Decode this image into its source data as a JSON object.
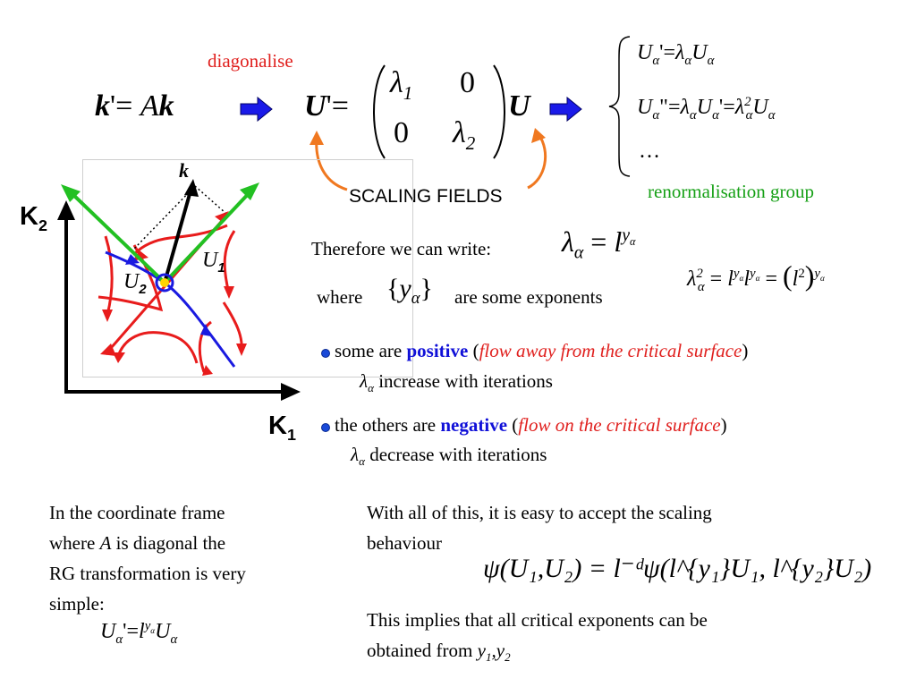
{
  "top": {
    "diagonalise": "diagonalise",
    "eq1_k": "k",
    "eq1_eq": "'=",
    "eq1_A": "A",
    "eq1_k2": "k",
    "U_prime": "U",
    "U_prime_eq": "'=",
    "matrix": {
      "a11": "λ",
      "a11_sub": "1",
      "a12": "0",
      "a21": "0",
      "a22": "λ",
      "a22_sub": "2"
    },
    "U_right": "U",
    "scaling_fields": "SCALING FIELDS",
    "renormalisation_group": "renormalisation group"
  },
  "system": {
    "line1": {
      "lhs": "U",
      "sub": "α",
      "eq": "'=",
      "rhs1": "λ",
      "rhs1_sub": "α",
      "rhs2": "U",
      "rhs2_sub": "α"
    },
    "line2": {
      "lhs": "U",
      "sub": "α",
      "eq": "\"=",
      "rhs1": "λ",
      "rhs1_sub": "α",
      "rhs2": "U",
      "rhs2_sub": "α",
      "eq2": "'=",
      "rhs3": "λ",
      "rhs3_sup": "2",
      "rhs3_sub": "α",
      "rhs4": "U",
      "rhs4_sub": "α"
    },
    "line3": "…"
  },
  "diagram": {
    "axis_y": "K",
    "axis_y_sub": "2",
    "axis_x": "K",
    "axis_x_sub": "1",
    "vector_label": "k",
    "u1_label": "U",
    "u1_sub": "1",
    "u2_label": "U",
    "u2_sub": "2",
    "colors": {
      "flow": "#e81c1c",
      "critical": "#1a1ae0",
      "eigen": "#22c022",
      "point": "#ffd400"
    }
  },
  "middle": {
    "therefore": "Therefore we can write:",
    "lambda_eq": {
      "lhs": "λ",
      "sub": "α",
      "eq": "=",
      "rhs": "l",
      "sup": "y",
      "sup_sub": "α"
    },
    "lambda_sq": {
      "lhs": "λ",
      "sup": "2",
      "sub": "α",
      "eq": "=",
      "l1": "l",
      "l2": "l",
      "exp": "y",
      "exp_sub": "α",
      "eq2": "=",
      "l3": "l",
      "l3_sup": "2"
    },
    "where": "where",
    "y_set": "y",
    "y_set_sub": "α",
    "are_exponents": "are some exponents"
  },
  "bullets": [
    {
      "prefix": "some are ",
      "keyword": "positive",
      "paren_open": " (",
      "italic": "flow away from the critical surface",
      "paren_close": ")",
      "sub_text": "increase with iterations"
    },
    {
      "prefix": "the others are ",
      "keyword": "negative",
      "paren_open": " (",
      "italic": "flow on the critical surface",
      "paren_close": ")",
      "sub_text": "decrease with iterations"
    }
  ],
  "bottom_left": {
    "line1": "In the coordinate frame",
    "line2a": "where ",
    "line2b": "A",
    "line2c": " is diagonal the",
    "line3": "RG transformation is very",
    "line4": "simple:",
    "eq": {
      "lhs": "U",
      "sub": "α",
      "eq": "'=",
      "l": "l",
      "sup": "y",
      "sup_sub": "α",
      "rhs": "U",
      "rhs_sub": "α"
    }
  },
  "bottom_right": {
    "line1": "With all of this, it is easy to accept the scaling",
    "line2": "behaviour",
    "psi_eq": "ψ(U₁,U₂) = l⁻ᵈψ(l^{y₁}U₁, l^{y₂}U₂)",
    "implies1": "This implies that all critical exponents can be",
    "implies2": "obtained from ",
    "implies_y": "y",
    "implies_y1": "1",
    "implies_comma": ",",
    "implies_y2": "2"
  }
}
